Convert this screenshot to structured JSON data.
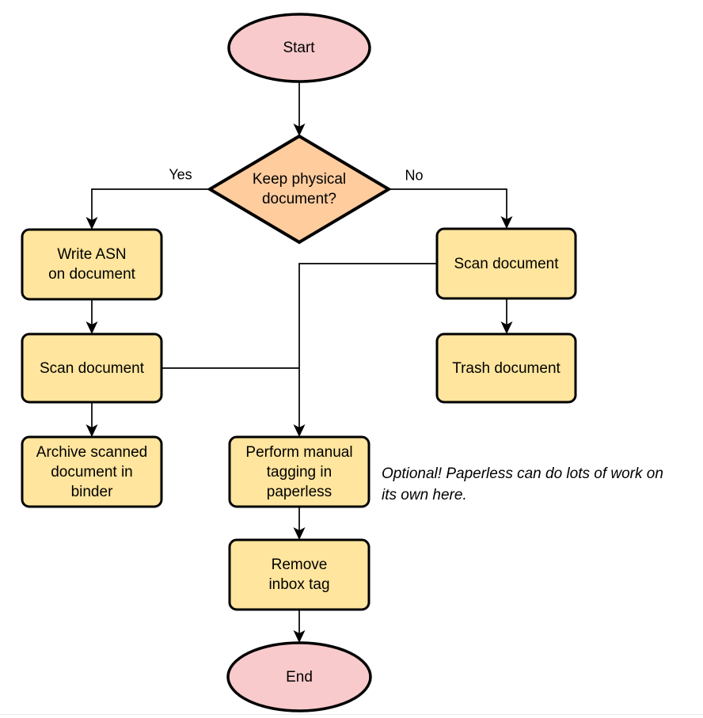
{
  "diagram": {
    "colors": {
      "terminal_fill": "#F8CACC",
      "decision_fill": "#FFCC9E",
      "process_fill": "#FFE59D",
      "stroke": "#000000",
      "edge": "#000000"
    },
    "nodes": {
      "start": {
        "label": "Start",
        "type": "terminal"
      },
      "decision": {
        "label": "Keep physical\ndocument?",
        "type": "decision"
      },
      "write_asn": {
        "label": "Write ASN\non document",
        "type": "process"
      },
      "scan_left": {
        "label": "Scan document",
        "type": "process"
      },
      "archive": {
        "label": "Archive scanned\ndocument in\nbinder",
        "type": "process"
      },
      "scan_right": {
        "label": "Scan document",
        "type": "process"
      },
      "trash": {
        "label": "Trash document",
        "type": "process"
      },
      "perform_tagging": {
        "label": "Perform manual\ntagging in\npaperless",
        "type": "process"
      },
      "remove_inbox": {
        "label": "Remove\ninbox tag",
        "type": "process"
      },
      "end": {
        "label": "End",
        "type": "terminal"
      }
    },
    "edge_labels": {
      "yes": "Yes",
      "no": "No"
    },
    "annotation": "Optional! Paperless can do lots of work on\nits own here."
  }
}
